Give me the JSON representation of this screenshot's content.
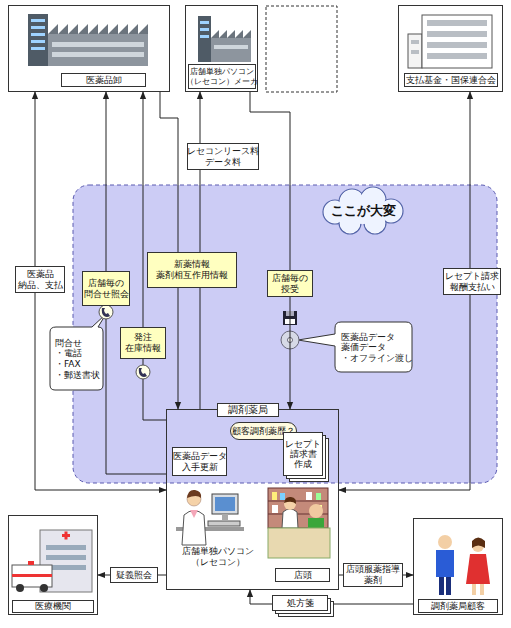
{
  "diagram": {
    "nodes": [
      {
        "text": [
          "医薬品卸"
        ]
      },
      {
        "text": [
          "店舗単独パソコン （レセコン）メーカ"
        ]
      },
      {
        "text": [
          "支払基金・国保連合会"
        ]
      },
      {
        "text": [
          "調剤薬局"
        ]
      },
      {
        "text": [
          "顧客調剤薬歴？"
        ],
        "in": 3
      },
      {
        "text": [
          "医薬品データ 入手更新"
        ],
        "in": 3
      },
      {
        "text": [
          "レセプト 請求書 作成"
        ],
        "in": 3
      },
      {
        "text": [
          "店頭"
        ],
        "in": 3
      },
      {
        "text": [
          "医療機関"
        ]
      },
      {
        "text": [
          "調剤薬局顧客"
        ]
      }
    ],
    "edges": [
      {
        "from": 0,
        "to": 3,
        "label": "医薬品 納品、支払",
        "arrow": "both"
      },
      {
        "from": 3,
        "to": 0,
        "label": "店舗毎の 問合せ照会",
        "arrow": "to"
      },
      {
        "from": 3,
        "to": 0,
        "label": "発注 在庫情報",
        "arrow": "to"
      },
      {
        "from": 0,
        "to": 3,
        "label": "新薬情報 薬剤相互作用情報",
        "arrow": "to"
      },
      {
        "from": 3,
        "to": 1,
        "label": "レセコンリース料 データ料",
        "arrow": "to"
      },
      {
        "from": 1,
        "to": 3,
        "label": "店舗毎の 授受",
        "arrow": "to"
      },
      {
        "from": 3,
        "to": 2,
        "label": "レセプト請求 報酬支払い",
        "arrow": "both"
      },
      {
        "from": 3,
        "to": 8,
        "label": "疑義照会",
        "arrow": "to"
      },
      {
        "from": 3,
        "to": 9,
        "label": "店頭服薬指導 薬剤",
        "arrow": "to"
      },
      {
        "from": 9,
        "to": 3,
        "label": "処方箋",
        "arrow": "to"
      }
    ],
    "labels": [
      "ここが大変",
      "問合せ ・電話 ・FAX ・郵送書状",
      "医薬品データ 薬価データ ・オフライン渡し",
      "店舗単独パソコン （レセコン）"
    ]
  }
}
